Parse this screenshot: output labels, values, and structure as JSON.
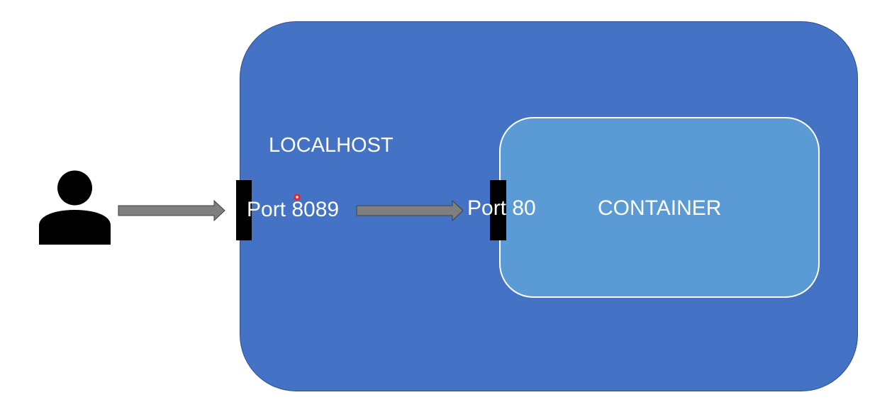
{
  "diagram": {
    "host": {
      "label": "LOCALHOST",
      "fill": "#4472c4",
      "border": "#2f528f"
    },
    "container": {
      "label": "CONTAINER",
      "fill": "#5b9bd5",
      "border": "#ffffff"
    },
    "ports": {
      "host_port": "Port 8089",
      "container_port": "Port 80",
      "bar_color": "#000000"
    },
    "arrows": {
      "fill": "#7f7f7f",
      "stroke": "#404040",
      "flow": [
        "user",
        "Port 8089",
        "Port 80"
      ]
    },
    "user": {
      "icon": "user-icon",
      "color": "#000000"
    },
    "cursor": {
      "icon": "pointer-highlight-icon",
      "color": "#e8262b"
    }
  }
}
